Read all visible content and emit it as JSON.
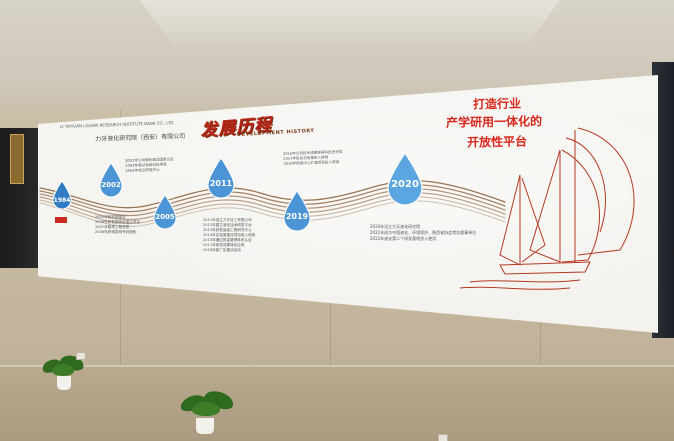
{
  "board": {
    "company_en": "LI TAIYUAN LIGUAN RESEARCH INSTITUTE BANK CO., LTD",
    "company_cn": "力牙液化研究院（西安）有限公司",
    "title_cn": "发展历程",
    "title_en": "DEVELOPMENT HISTORY",
    "slogan": [
      "打造行业",
      "产学研用一体化的",
      "开放性平台"
    ]
  },
  "timeline": {
    "years": [
      "1984",
      "2002",
      "2005",
      "2011",
      "2019",
      "2020"
    ],
    "entries": {
      "y2002": [
        "2002年公司顺利通过国家认定",
        "2003年通过省级科技项目",
        "2004年成立研发中心"
      ],
      "y2005": [
        "2005年研究院建设",
        "2006年获批国家级重点项目",
        "2007年取得工程资质",
        "2008年获得发明专利授权"
      ],
      "y2011": [
        "2011年成立力天化工有限公司",
        "2012年建立液化技术研发平台",
        "2013年获批省级工程研究中心",
        "2014年实验室建设项目投入使用",
        "2015年通过质量管理体系认证",
        "2017年研发成果转化应用",
        "2018年新厂区建设启动"
      ],
      "y2019": [
        "2016年公司技术成果获得科技进步奖",
        "2017年综合实验楼投入使用",
        "2018年研发中心扩建项目投入使用"
      ],
      "y2020": [
        "2020年设立力天液化研究院",
        "2021年成为中国液化、环境保护、陕西省协会常务理事单位",
        "2022年液化第二个研发基地投入使用"
      ]
    }
  },
  "colors": {
    "accent_red": "#d9271b",
    "drop_blue": "#2f7cc4",
    "wave_brown": "#8a5a32"
  }
}
